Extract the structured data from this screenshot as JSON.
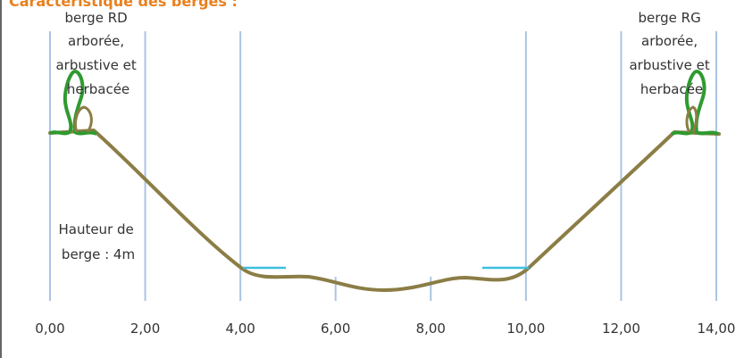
{
  "title": "Caractéristique des berges :",
  "title_color": "#e8801e",
  "ground_color": "#8b7d45",
  "vegetation_color": "#2f9a2f",
  "water_color": "#3cc0e0",
  "grid_color": "#aac4e4",
  "labels": {
    "left_bank": [
      "berge RD",
      "arborée,",
      "arbustive et",
      "herbacée"
    ],
    "right_bank": [
      "berge RG",
      "arborée,",
      "arbustive et",
      "herbacée"
    ],
    "height": [
      "Hauteur de",
      "berge : 4m"
    ]
  },
  "x_axis": {
    "ticks": [
      "0,00",
      "2,00",
      "4,00",
      "6,00",
      "8,00",
      "10,00",
      "12,00",
      "14,00"
    ],
    "range": [
      0,
      14
    ]
  },
  "icons": {
    "left_vegetation": "tree-shrub-icon",
    "right_vegetation": "tree-shrub-icon"
  }
}
